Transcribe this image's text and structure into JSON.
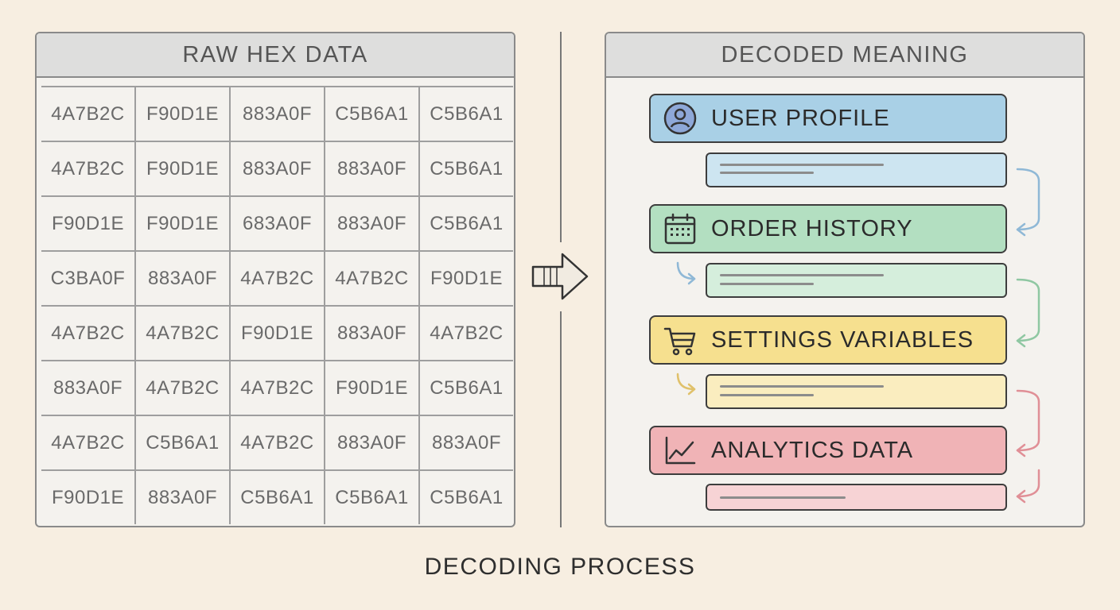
{
  "left_panel": {
    "title": "RAW HEX DATA",
    "rows": [
      [
        "4A7B2C",
        "F90D1E",
        "883A0F",
        "C5B6A1",
        "C5B6A1"
      ],
      [
        "4A7B2C",
        "F90D1E",
        "883A0F",
        "883A0F",
        "C5B6A1"
      ],
      [
        "F90D1E",
        "F90D1E",
        "683A0F",
        "883A0F",
        "C5B6A1"
      ],
      [
        "C3BA0F",
        "883A0F",
        "4A7B2C",
        "4A7B2C",
        "F90D1E"
      ],
      [
        "4A7B2C",
        "4A7B2C",
        "F90D1E",
        "883A0F",
        "4A7B2C"
      ],
      [
        "883A0F",
        "4A7B2C",
        "4A7B2C",
        "F90D1E",
        "C5B6A1"
      ],
      [
        "4A7B2C",
        "C5B6A1",
        "4A7B2C",
        "883A0F",
        "883A0F"
      ],
      [
        "F90D1E",
        "883A0F",
        "C5B6A1",
        "C5B6A1",
        "C5B6A1"
      ]
    ]
  },
  "arrow": {
    "icon": "right-arrow-icon"
  },
  "right_panel": {
    "title": "DECODED MEANING",
    "categories": [
      {
        "label": "USER PROFILE",
        "icon": "user-icon",
        "color": "#a9d0e6",
        "sub_color": "#cde5f1",
        "arrow_color": "#8fb8d6"
      },
      {
        "label": "ORDER HISTORY",
        "icon": "calendar-icon",
        "color": "#b3dfc1",
        "sub_color": "#d5eedc",
        "arrow_color": "#8fc7a2"
      },
      {
        "label": "SETTINGS VARIABLES",
        "icon": "cart-icon",
        "color": "#f6e08f",
        "sub_color": "#faedbf",
        "arrow_color": "#e0c16a"
      },
      {
        "label": "ANALYTICS DATA",
        "icon": "line-chart-icon",
        "color": "#f0b3b6",
        "sub_color": "#f7d3d5",
        "arrow_color": "#e08f96"
      }
    ]
  },
  "caption": "DECODING PROCESS"
}
